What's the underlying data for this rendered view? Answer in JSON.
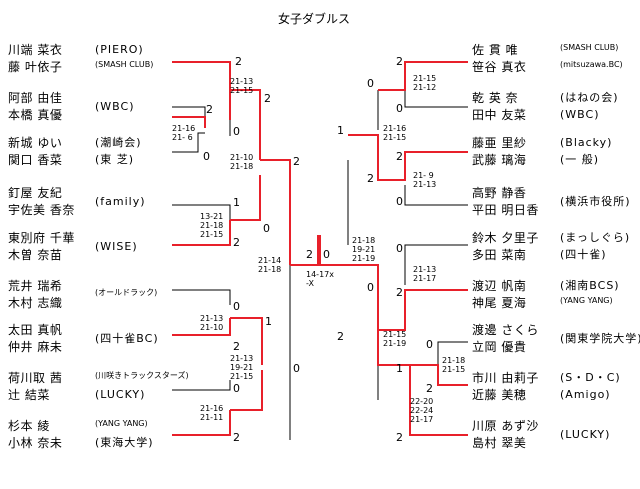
{
  "title": "女子ダブルス",
  "colors": {
    "win": "#e8202a",
    "lose": "#000000"
  },
  "left": [
    {
      "p1": "川端 菜衣",
      "p2": "藤 叶依子",
      "club": "(PIERO)",
      "club2": "(SMASH CLUB)"
    },
    {
      "p1": "阿部 由佳",
      "p2": "本橋 真優",
      "club": "(WBC)"
    },
    {
      "p1": "新城 ゆい",
      "p2": "関口 香菜",
      "club": "(潮崎会)",
      "club2": "(東 芝)"
    },
    {
      "p1": "釘屋 友紀",
      "p2": "宇佐美 香奈",
      "club": "(family)"
    },
    {
      "p1": "東別府 千華",
      "p2": "木曽 奈苗",
      "club": "(WISE)"
    },
    {
      "p1": "荒井 瑞希",
      "p2": "木村 志織",
      "club": "(オールドラック)"
    },
    {
      "p1": "太田 真帆",
      "p2": "仲井 麻未",
      "club": "(四十雀BC)"
    },
    {
      "p1": "荷川取 茜",
      "p2": "辻 結菜",
      "club": "(川咲きトラックスターズ)",
      "club2": "(LUCKY)"
    },
    {
      "p1": "杉本 綾",
      "p2": "小林 奈未",
      "club": "(YANG YANG)",
      "club2": "(東海大学)"
    }
  ],
  "right": [
    {
      "p1": "佐 貫 唯",
      "p2": "笹谷 真衣",
      "club": "(SMASH CLUB)",
      "club2": "(mitsuzawa.BC)"
    },
    {
      "p1": "乾 英 奈",
      "p2": "田中 友菜",
      "club": "(はねの会)",
      "club2": "(WBC)"
    },
    {
      "p1": "藤亜 里紗",
      "p2": "武藤 璃海",
      "club": "(Blacky)",
      "club2": "(一 般)"
    },
    {
      "p1": "高野 静香",
      "p2": "平田 明日香",
      "club": "(横浜市役所)"
    },
    {
      "p1": "鈴木 夕里子",
      "p2": "多田 菜南",
      "club": "(まっしぐら)",
      "club2": "(四十雀)"
    },
    {
      "p1": "渡辺 帆南",
      "p2": "神尾 夏海",
      "club": "(湘南BCS)",
      "club2": "(YANG YANG)"
    },
    {
      "p1": "渡邊 さくら",
      "p2": "立岡 優貴",
      "club": "(関東学院大学)"
    },
    {
      "p1": "市川 由莉子",
      "p2": "近藤 美穂",
      "club": "(S・D・C)",
      "club2": "(Amigo)"
    },
    {
      "p1": "川原 あず沙",
      "p2": "島村 翠美",
      "club": "(LUCKY)"
    }
  ],
  "scores": {
    "l1": "21-13\n21-15",
    "l2": "21-16\n21- 6",
    "l3": "21-10\n21-18",
    "l4": "13-21\n21-18\n21-15",
    "l5": "21-14\n21-18",
    "l6": "21-13\n21-10",
    "l7": "21-13\n19-21\n21-15",
    "l8": "21-16\n21-11",
    "fin": "14-17x\n-X",
    "r1": "21-15\n21-12",
    "r2": "21-16\n21-15",
    "r3": "21- 9\n21-13",
    "r4": "21-18\n19-21\n21-19",
    "r5": "21-13\n21-17",
    "r6": "21-15\n21-19",
    "r7": "21-18\n21-15",
    "r8": "22-20\n22-24\n21-17"
  },
  "games": {
    "lA1": "2",
    "lA0": "0",
    "lB2": "2",
    "lB0": "0",
    "lC2": "2",
    "lC0": "0",
    "lD1": "1",
    "lD0": "0",
    "lE2": "2",
    "lF2": "2",
    "lF0": "0",
    "lG1": "1",
    "lG0": "0",
    "lH0": "0",
    "lH2": "2",
    "lI2": "2",
    "lJ0": "0",
    "lK2": "2",
    "cL2": "2",
    "cR0": "0",
    "rA2": "2",
    "rA0": "0",
    "rB0": "0",
    "rB2": "2",
    "rC1": "1",
    "rC2": "2",
    "rD2": "2",
    "rD0": "0",
    "rE0": "0",
    "rE2": "2",
    "rF2": "2",
    "rF0": "0",
    "rG0": "0",
    "rG1": "1",
    "rG2": "2",
    "rH2": "2"
  }
}
